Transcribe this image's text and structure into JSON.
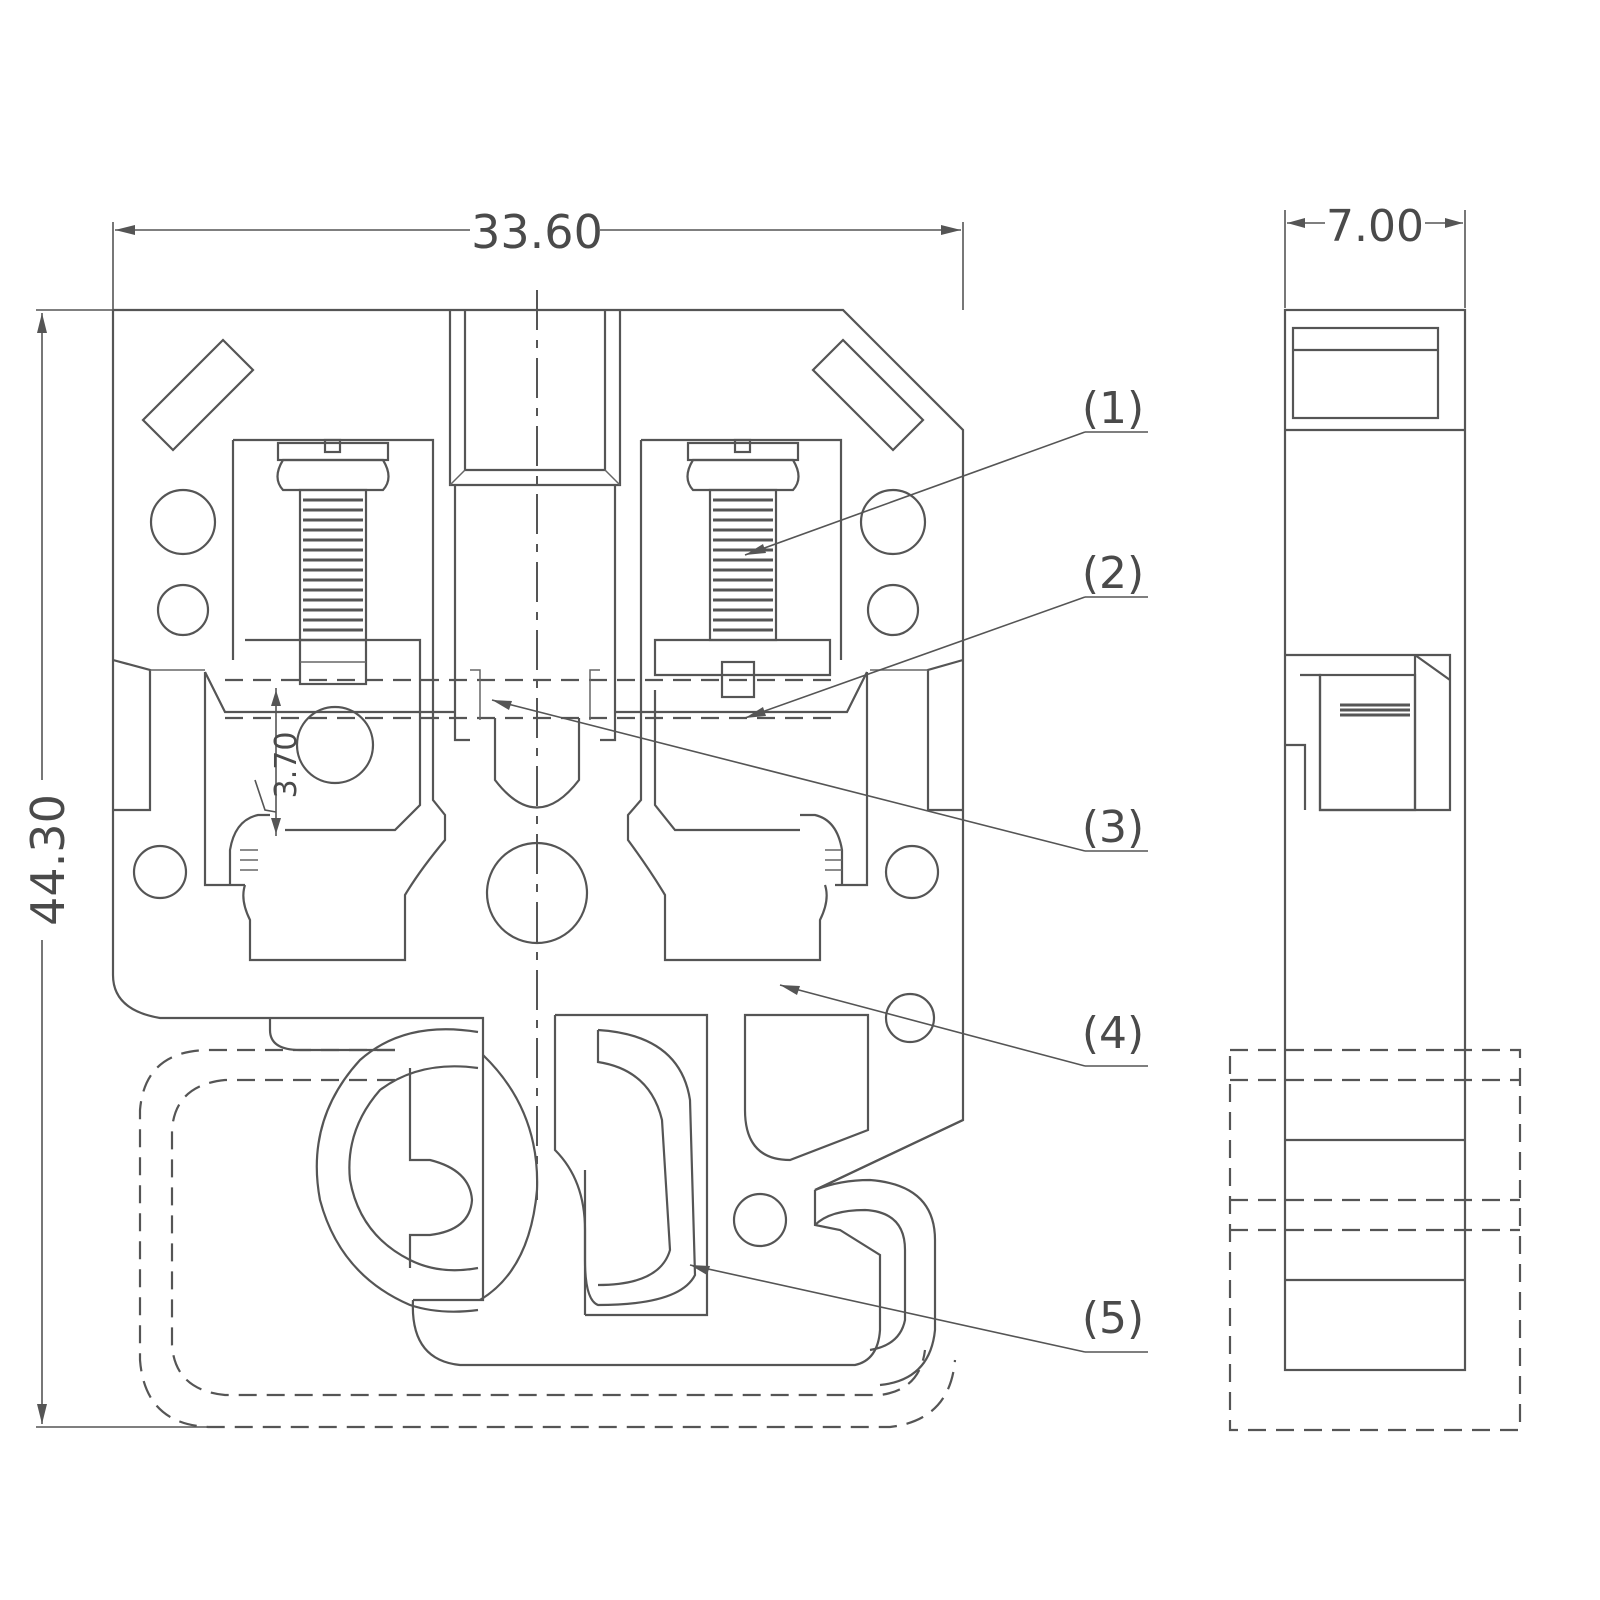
{
  "dimensions": {
    "width": "33.60",
    "height": "44.30",
    "side_width": "7.00",
    "clearance": "3.70"
  },
  "callouts": [
    "(1)",
    "(2)",
    "(3)",
    "(4)",
    "(5)"
  ]
}
